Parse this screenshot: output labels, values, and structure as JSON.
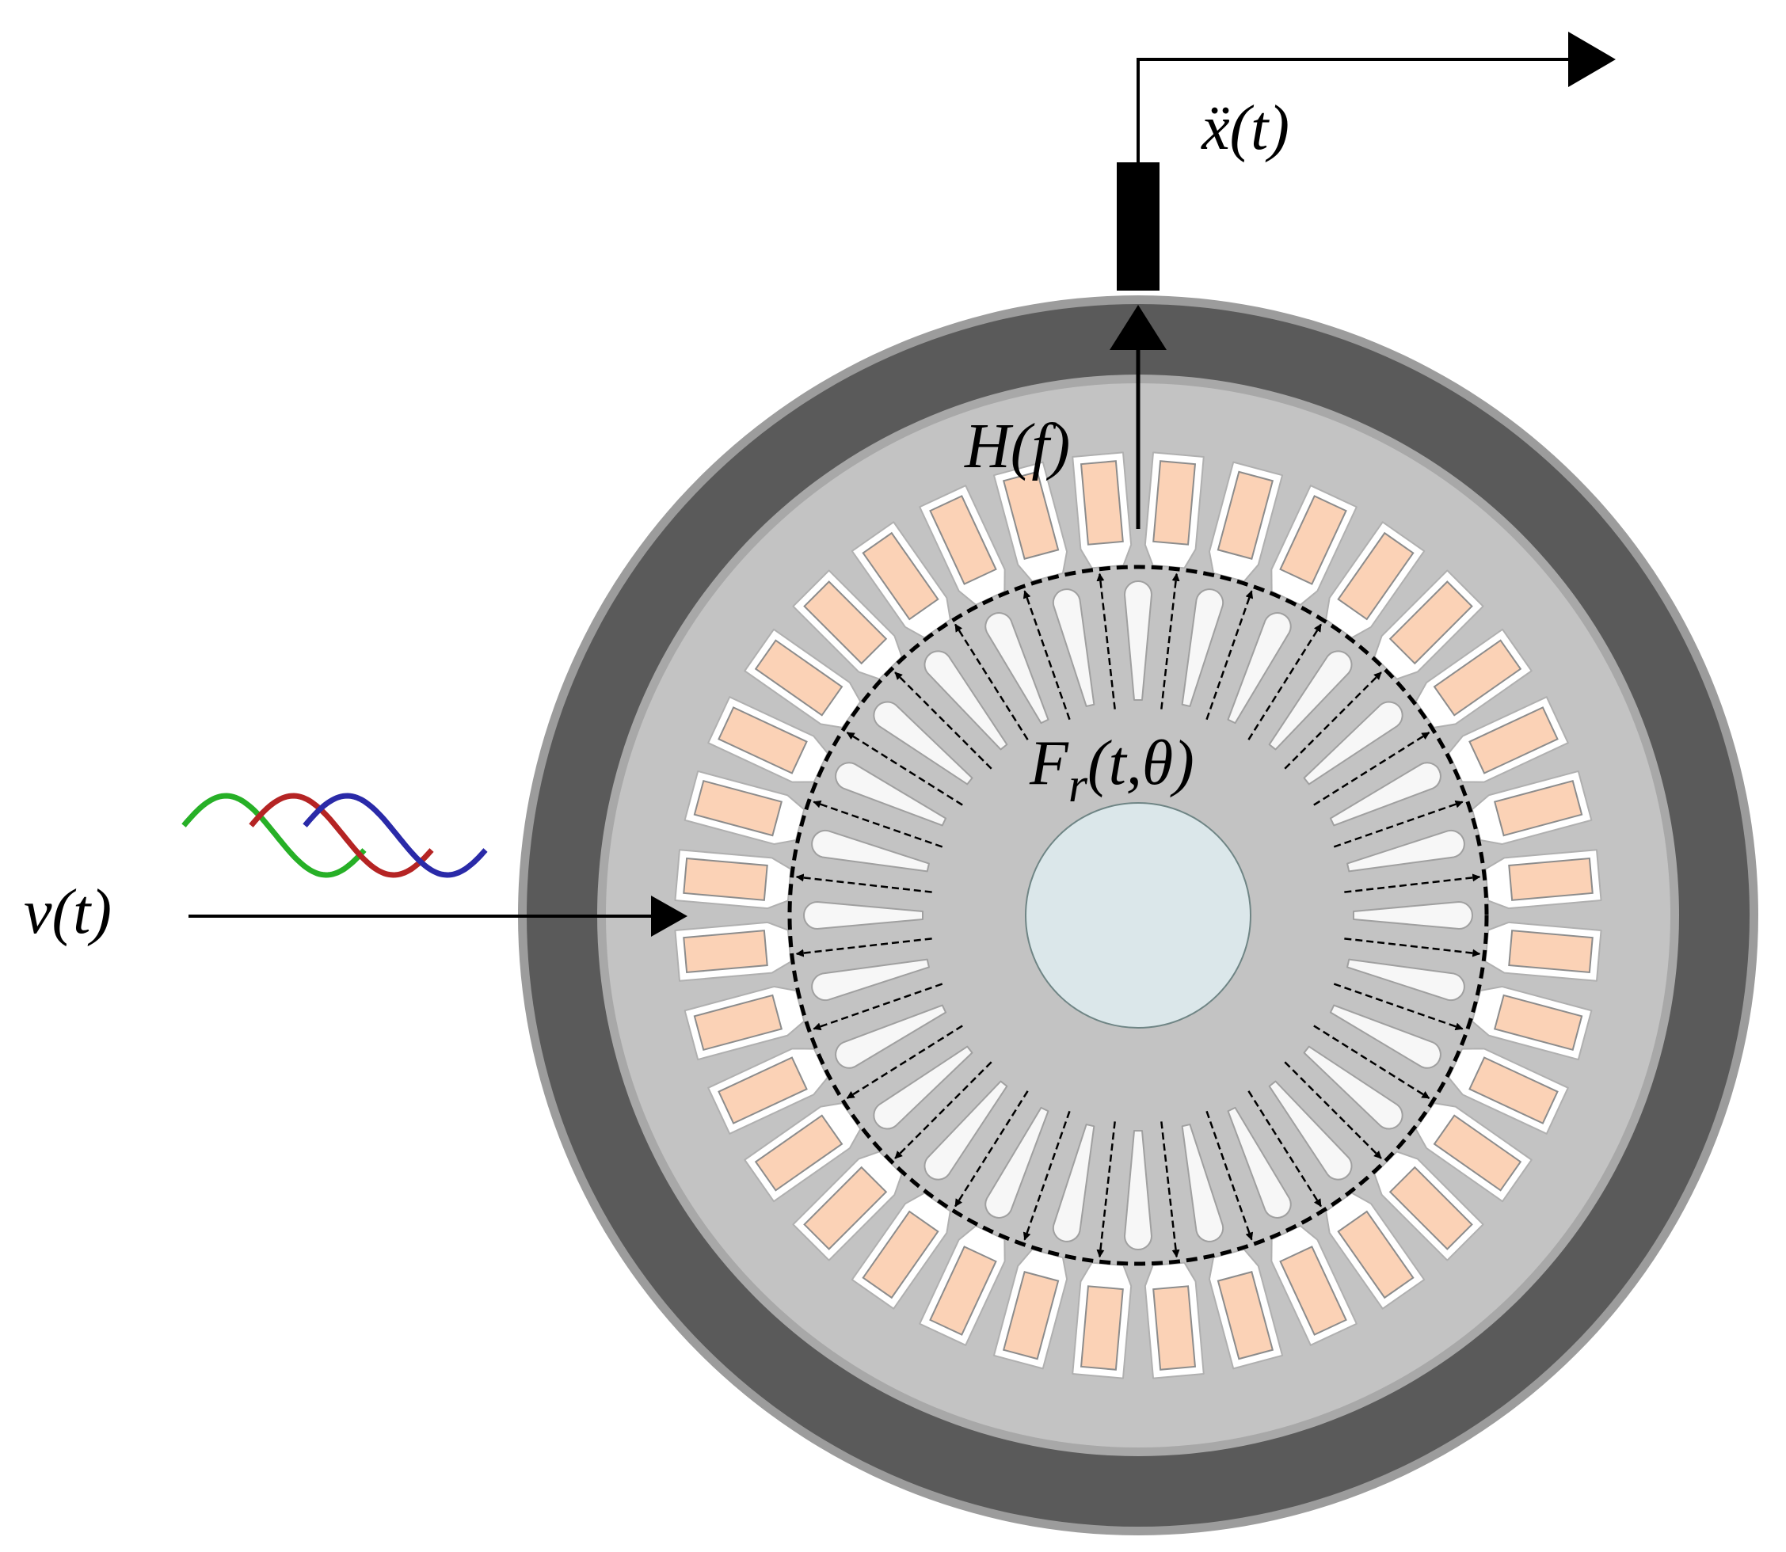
{
  "labels": {
    "voltage": "v(t)",
    "transfer": "H(f)",
    "force": "F",
    "force_sub": "r",
    "force_args": "(t,θ)",
    "accel": "ẍ(t)"
  },
  "motor": {
    "stator_slots": 36,
    "rotor_slots": 28
  },
  "colors": {
    "frame_outer": "#9c9c9c",
    "frame": "#5a5a5a",
    "stator_core": "#c3c3c3",
    "slot": "#ffffff",
    "winding": "#fbd2b6",
    "rotor_slot": "#f7f7f7",
    "shaft": "#dbe7ea",
    "phase_a": "#27b027",
    "phase_b": "#b52424",
    "phase_c": "#2a2aa8"
  }
}
